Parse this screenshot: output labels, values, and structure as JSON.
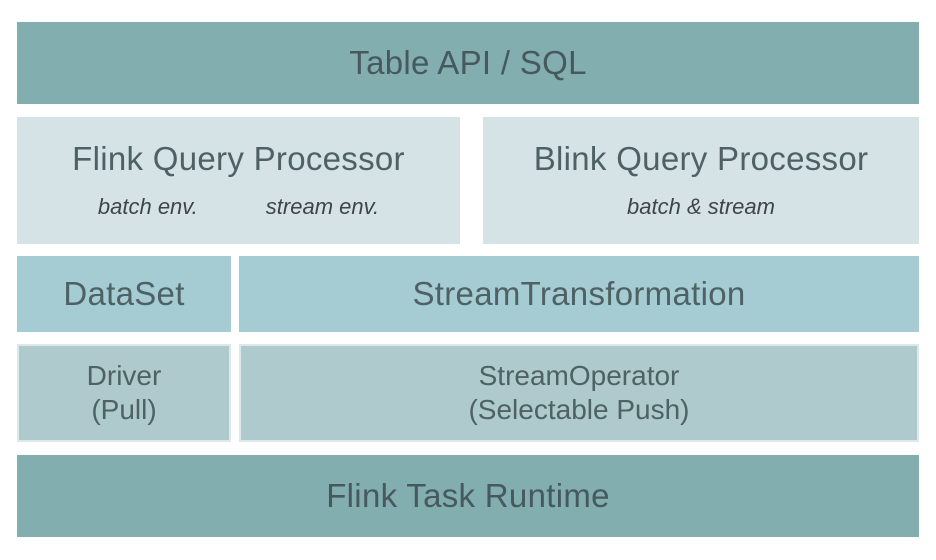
{
  "diagram": {
    "layers": {
      "table_api": {
        "label": "Table API / SQL"
      },
      "flink_query_processor": {
        "title": "Flink Query Processor",
        "sub_left": "batch env.",
        "sub_right": "stream env."
      },
      "blink_query_processor": {
        "title": "Blink Query Processor",
        "sub": "batch & stream"
      },
      "dataset": {
        "label": "DataSet"
      },
      "stream_transformation": {
        "label": "StreamTransformation"
      },
      "driver": {
        "line1": "Driver",
        "line2": "(Pull)"
      },
      "stream_operator": {
        "line1": "StreamOperator",
        "line2": "(Selectable Push)"
      },
      "runtime": {
        "label": "Flink Task Runtime"
      }
    },
    "colors": {
      "bar_teal": "#82AEB0",
      "light_box": "#D6E3E6",
      "mid_box": "#A5CBD3",
      "soft_box": "#AFCACC",
      "soft_box_border": "#DCE8E9",
      "bar_text": "#47595D",
      "title_text": "#4E6164",
      "italic_text": "#3F4547",
      "background": "#FFFFFF"
    }
  }
}
